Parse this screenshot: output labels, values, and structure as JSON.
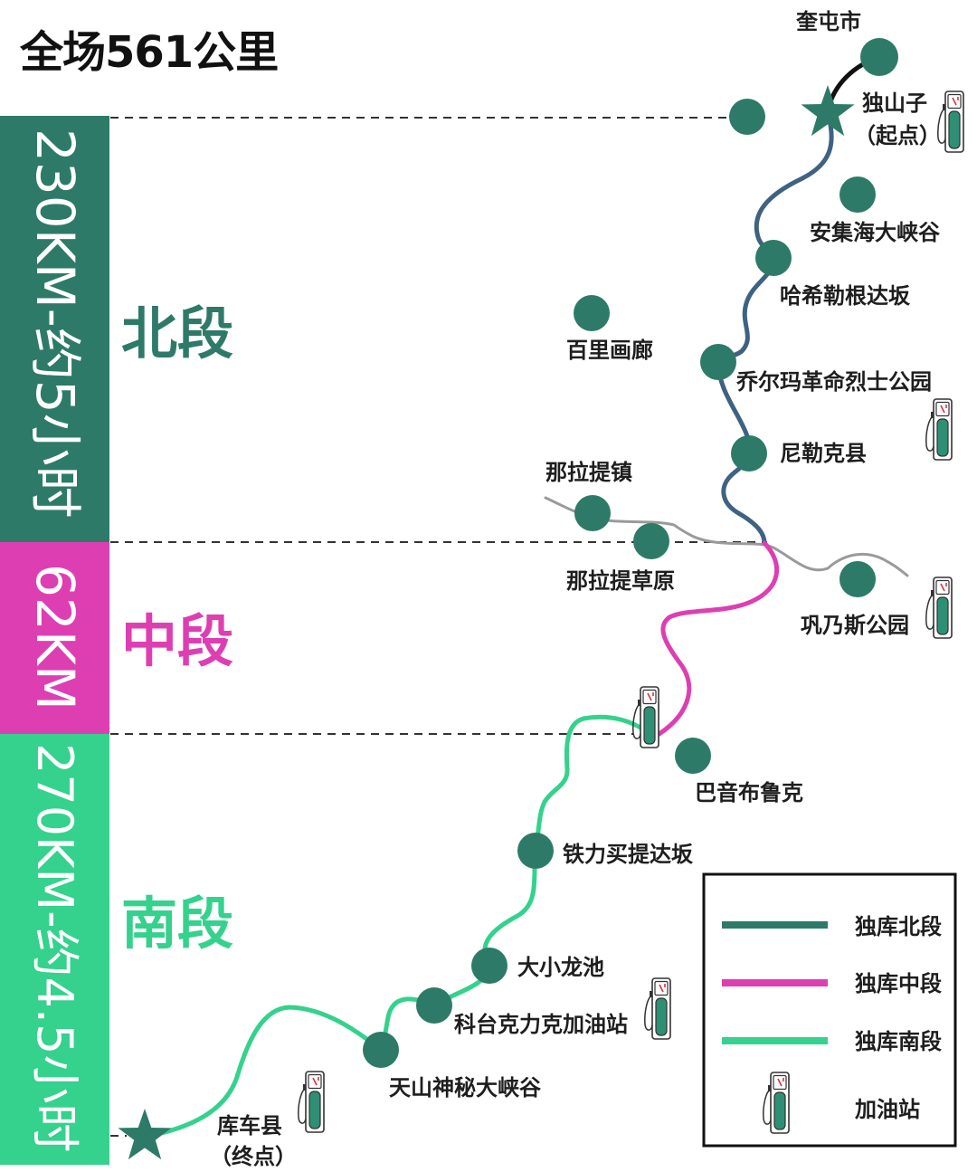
{
  "title": "全场561公里",
  "sections": {
    "north": {
      "distance_time": "230KM-约5小时",
      "label": "北段"
    },
    "middle": {
      "distance_time": "62KM",
      "label": "中段"
    },
    "south": {
      "distance_time": "270KM-约4.5小时",
      "label": "南段"
    }
  },
  "places": {
    "kuitun": "奎屯市",
    "dushanzi": "独山子",
    "dushanzi_note": "（起点）",
    "anjihai": "安集海大峡谷",
    "haxilegen": "哈希勒根达坂",
    "baili_gallery": "百里画廊",
    "qiaoerma": "乔尔玛革命烈士公园",
    "nileke": "尼勒克县",
    "nalati_town": "那拉提镇",
    "nalati_grassland": "那拉提草原",
    "gongnaisi": "巩乃斯公园",
    "bayinbuluke": "巴音布鲁克",
    "tielimaiti": "铁力买提达坂",
    "daxiao_longchi": "大小龙池",
    "ketaikelike": "科台克力克加油站",
    "tianshan_canyon": "天山神秘大峡谷",
    "kuche": "库车县",
    "kuche_note": "（终点）"
  },
  "legend": {
    "north": "独库北段",
    "middle": "独库中段",
    "south": "独库南段",
    "gas_station": "加油站"
  },
  "icons": {
    "start": "star-icon",
    "end": "star-icon",
    "place": "circle-marker",
    "gas_station": "gas-pump-icon"
  },
  "colors": {
    "north": "#2e7a68",
    "north_route": "#3f6282",
    "middle": "#dd3fb2",
    "south": "#34d28c",
    "start_segment": "#111111",
    "nalati_road": "#9a9a9a",
    "marker": "#2e7a68",
    "pump_tank": "#2f8f74"
  }
}
